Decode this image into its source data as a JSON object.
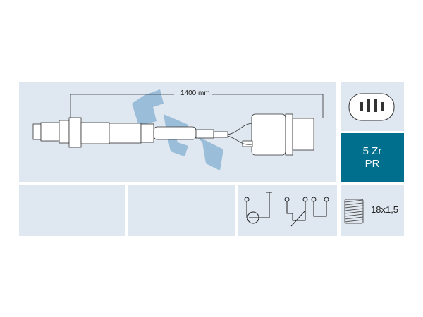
{
  "product": {
    "cable_length": "1400 mm",
    "sensor_type_line1": "5 Zr",
    "sensor_type_line2": "PR",
    "thread": "18x1,5",
    "watermark": "FAE"
  },
  "colors": {
    "panel": "#dfe7f0",
    "accent": "#006f8e",
    "watermark": "#8fb6d6"
  }
}
